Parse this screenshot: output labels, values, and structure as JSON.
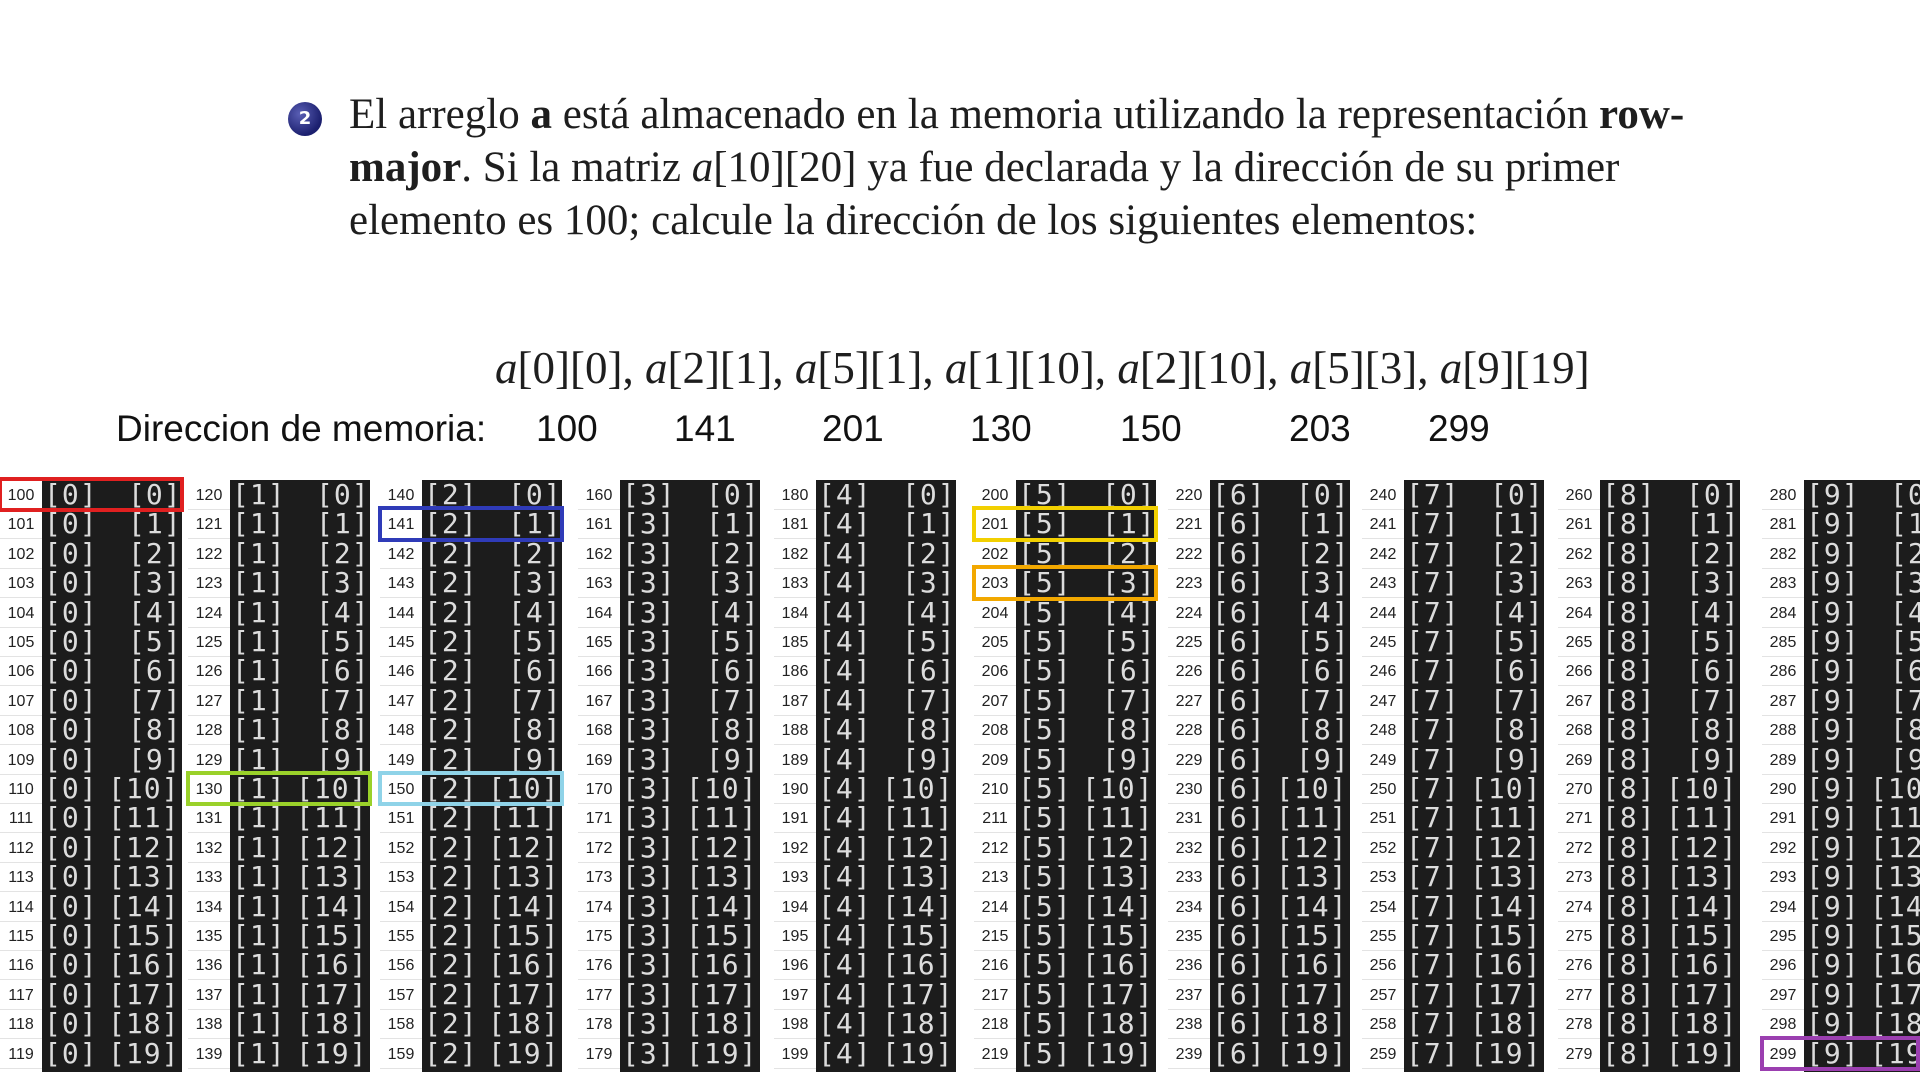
{
  "problem": {
    "bullet": "2",
    "text_html": "El arreglo <b>a</b> está almacenado en la memoria utilizando la representación <b>row-major</b>. Si la matriz <i>a</i>[10][20] ya fue declarada y la dirección de su primer elemento es 100; calcule la dirección de los siguientes elementos:",
    "elements": "a[0][0], a[2][1], a[5][1], a[1][10], a[2][10], a[5][3], a[9][19]"
  },
  "direcciones": {
    "label": "Direccion de memoria:",
    "values": [
      "100",
      "141",
      "201",
      "130",
      "150",
      "203",
      "299"
    ]
  },
  "memory": {
    "base_address": 100,
    "rows": 10,
    "cols_per_row": 20,
    "highlights": [
      {
        "address": 100,
        "color": "#e02020"
      },
      {
        "address": 141,
        "color": "#2f3bb8"
      },
      {
        "address": 201,
        "color": "#f2d000"
      },
      {
        "address": 203,
        "color": "#f2a800"
      },
      {
        "address": 130,
        "color": "#9ad12a"
      },
      {
        "address": 150,
        "color": "#8fd3e8"
      },
      {
        "address": 299,
        "color": "#9b3fb0"
      }
    ]
  }
}
